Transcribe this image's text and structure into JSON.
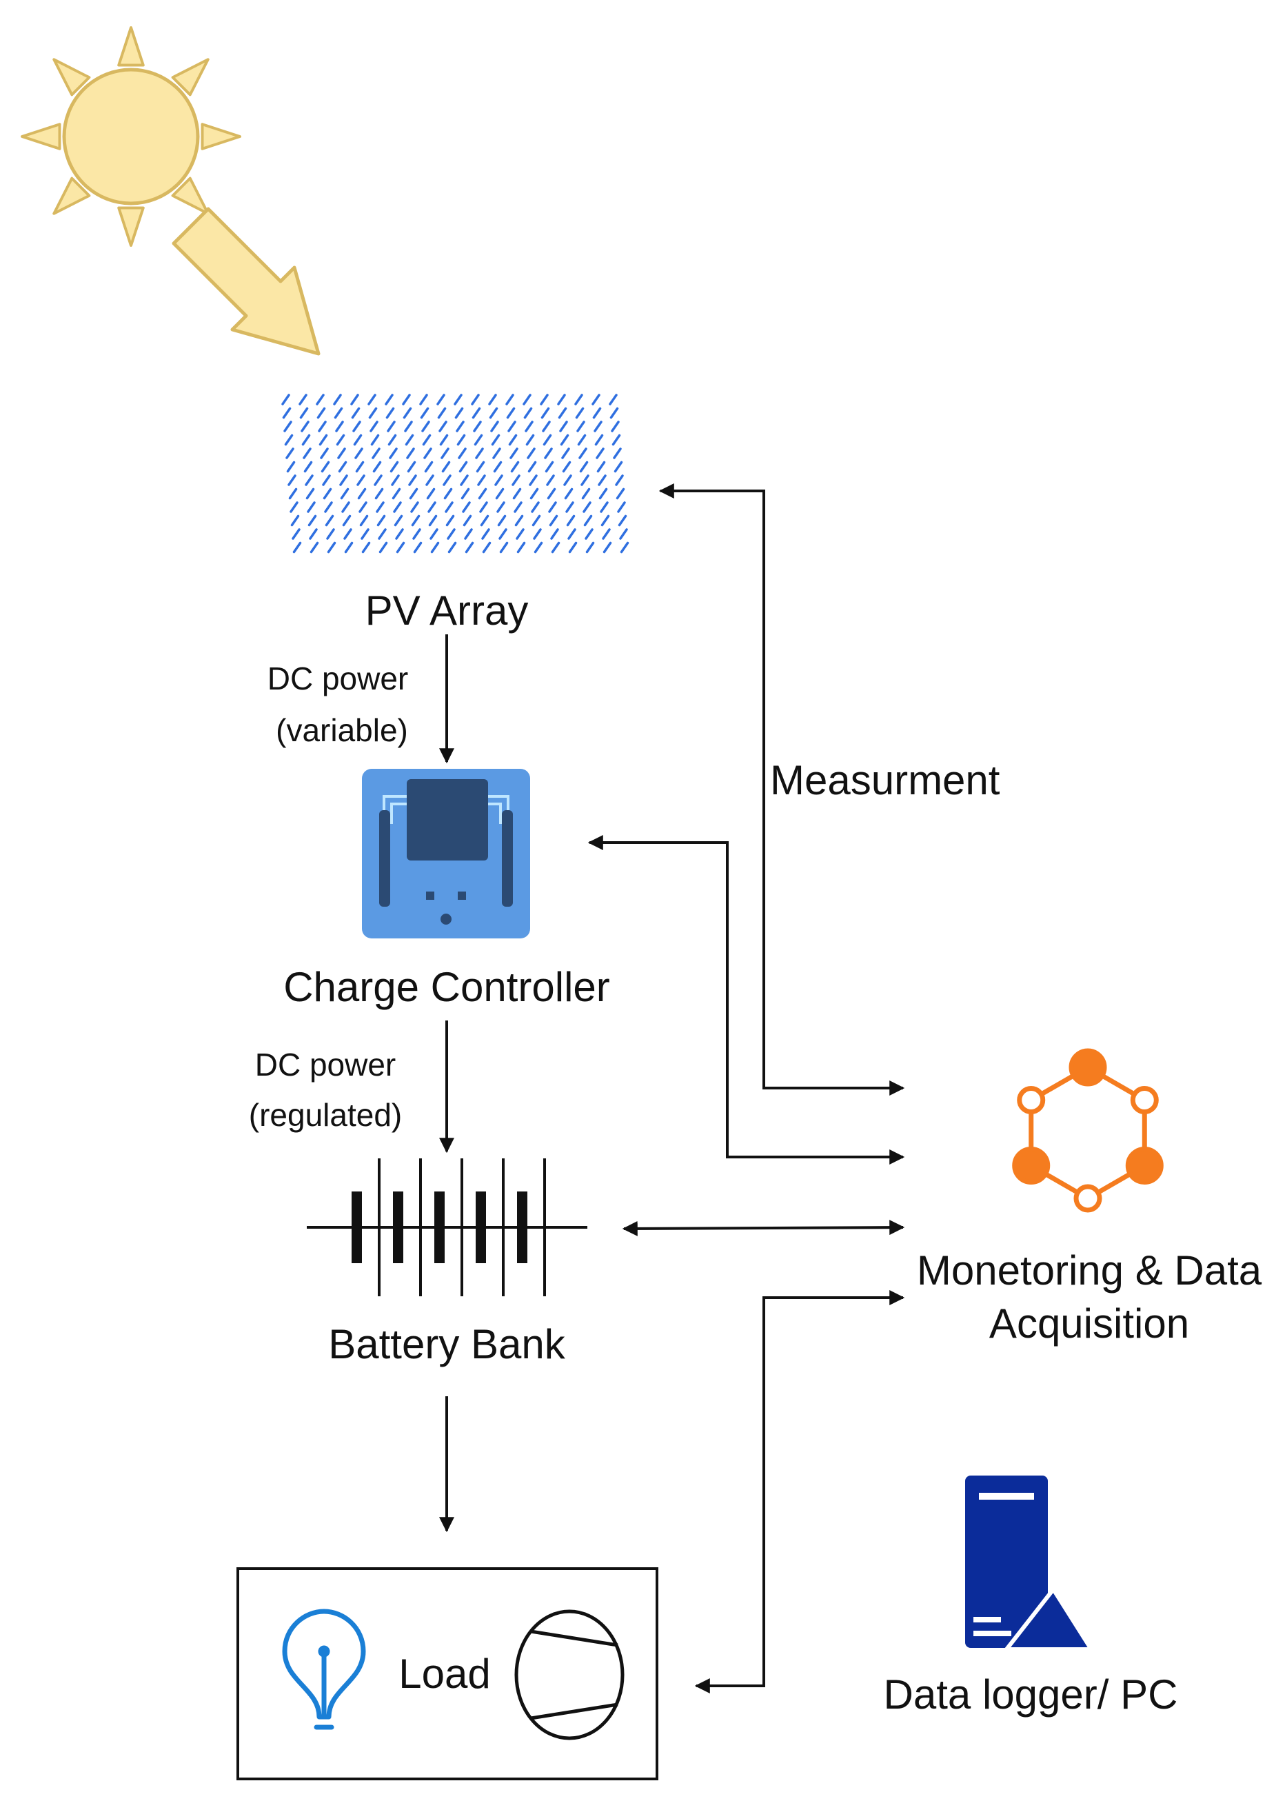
{
  "nodes": {
    "pv_array": {
      "label": "PV Array"
    },
    "charge_controller": {
      "label": "Charge Controller"
    },
    "battery_bank": {
      "label": "Battery Bank"
    },
    "load": {
      "label": "Load"
    },
    "monitoring": {
      "label_line1": "Monetoring & Data",
      "label_line2": "Acquisition"
    },
    "data_logger": {
      "label": "Data logger/ PC"
    }
  },
  "edges": {
    "pv_to_controller": {
      "label_line1": "DC power",
      "label_line2": "(variable)"
    },
    "controller_to_battery": {
      "label_line1": "DC power",
      "label_line2": "(regulated)"
    },
    "measurement": {
      "label": "Measurment"
    }
  },
  "colors": {
    "sun": "#fbe7a6",
    "sun_stroke": "#d8b860",
    "pv_cells": "#2f6fe0",
    "controller_body": "#5b9ae3",
    "controller_chip": "#2b4a73",
    "network": "#f57c1f",
    "server": "#0b2c9a",
    "bulb": "#1a7fd6",
    "lines": "#111111"
  },
  "icons": [
    "sun-icon",
    "solar-panel-icon",
    "controller-chip-icon",
    "battery-symbol-icon",
    "network-hub-icon",
    "server-icon",
    "light-bulb-icon",
    "motor-icon"
  ]
}
